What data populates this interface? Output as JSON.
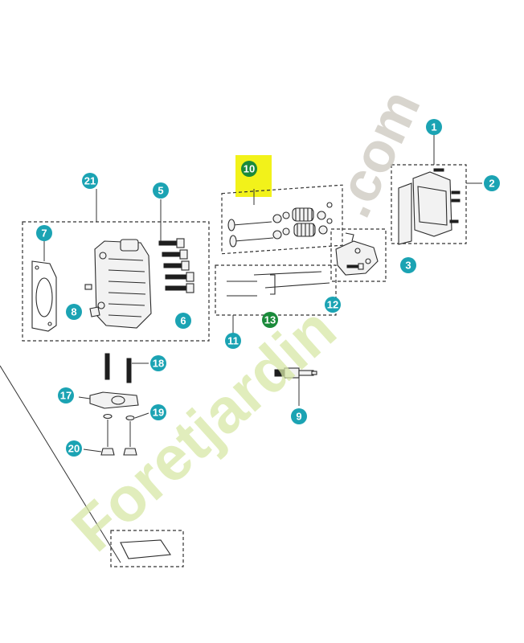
{
  "colors": {
    "callout": "#1ba3b3",
    "callout_highlight": "#1a8a3a",
    "highlight_box": "#f2f21a",
    "watermark_green": "#d7e8a6",
    "watermark_grey": "#cfcbc2"
  },
  "watermark": {
    "brand": "Foretjardin",
    "tld": ".com"
  },
  "callouts": {
    "c1": "1",
    "c2": "2",
    "c3": "3",
    "c5": "5",
    "c6": "6",
    "c7": "7",
    "c8": "8",
    "c9": "9",
    "c10": "10",
    "c11": "11",
    "c12": "12",
    "c13": "13",
    "c17": "17",
    "c18": "18",
    "c19": "19",
    "c20": "20",
    "c21": "21"
  }
}
